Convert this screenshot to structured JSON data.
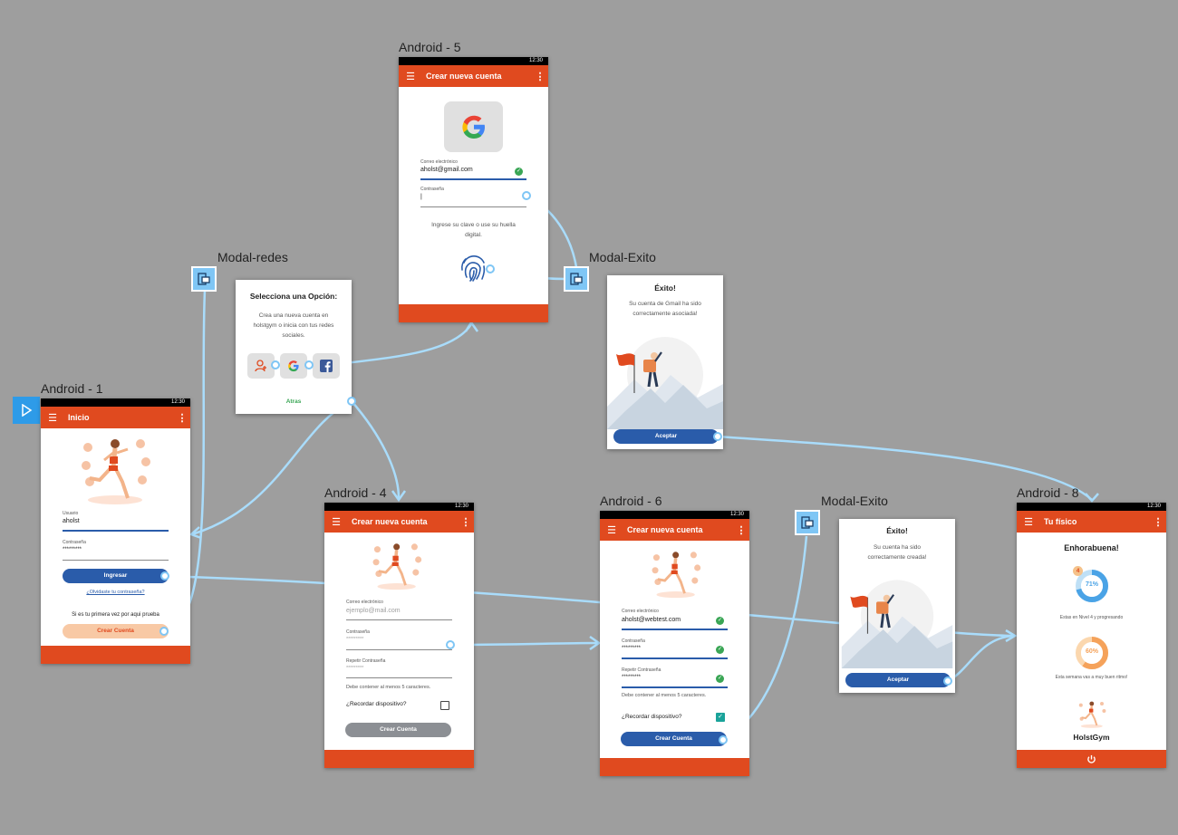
{
  "artboards": {
    "a1": {
      "label": "Android - 1"
    },
    "a4": {
      "label": "Android - 4"
    },
    "a5": {
      "label": "Android - 5"
    },
    "a6": {
      "label": "Android - 6"
    },
    "a8": {
      "label": "Android - 8"
    },
    "modal_redes": {
      "label": "Modal-redes"
    },
    "modal_exito_1": {
      "label": "Modal-Exito"
    },
    "modal_exito_2": {
      "label": "Modal-Exito"
    }
  },
  "status_time": "12:30",
  "screen1": {
    "title": "Inicio",
    "user_label": "Usuario",
    "user_value": "aholst",
    "password_label": "Contraseña",
    "password_value": "*********",
    "login_button": "Ingresar",
    "forgot_link": "¿Olvidaste tu contraseña?",
    "first_time_text": "Si es tu primera vez por aqui prueba",
    "create_account_button": "Crear Cuenta"
  },
  "screen4": {
    "title": "Crear nueva cuenta",
    "email_label": "Correo electrónico",
    "email_placeholder": "ejemplo@mail.com",
    "password_label": "Contraseña",
    "password_placeholder": "*********",
    "repeat_label": "Repetir Contraseña",
    "repeat_placeholder": "*********",
    "hint": "Debe contener al menos 5 caracteres.",
    "remember_label": "¿Recordar dispositivo?",
    "create_button": "Crear Cuenta"
  },
  "screen5": {
    "title": "Crear nueva cuenta",
    "email_label": "Correo electrónico",
    "email_value": "aholst@gmail.com",
    "password_label": "Contraseña",
    "password_value": "|",
    "instructions": "Ingrese su clave o use su huella digital."
  },
  "screen6": {
    "title": "Crear nueva cuenta",
    "email_label": "Correo electrónico",
    "email_value": "aholst@webtest.com",
    "password_label": "Contraseña",
    "password_value": "*********",
    "repeat_label": "Repetir Contraseña",
    "repeat_value": "*********",
    "hint": "Debe contener al menos 5 caracteres.",
    "remember_label": "¿Recordar dispositivo?",
    "create_button": "Crear Cuenta"
  },
  "screen8": {
    "title": "Tu físico",
    "heading": "Enhorabuena!",
    "level_badge": "4",
    "level_percent": "71%",
    "level_percent_value": 71,
    "level_text": "Estas en Nivel 4 y progresando",
    "week_percent": "60%",
    "week_percent_value": 60,
    "week_text": "Esta semana vas a muy buen ritmo!",
    "brand": "HolstGym"
  },
  "modal_redes": {
    "title": "Selecciona una Opción:",
    "body": "Crea una nueva cuenta en holstgym o inicia con tus redes sociales.",
    "back": "Atras"
  },
  "modal_exito_gmail": {
    "title": "Éxito!",
    "body": "Su cuenta de Gmail ha sido correctamente asociada!",
    "accept": "Aceptar"
  },
  "modal_exito_cuenta": {
    "title": "Éxito!",
    "body": "Su cuenta ha sido correctamente creada!",
    "accept": "Aceptar"
  },
  "colors": {
    "appbar": "#e04a1f",
    "primary_button": "#2a5caa",
    "accent_orange": "#f5a25a",
    "success": "#3aa655",
    "link": "#2a5caa",
    "connector": "#7fc6f5",
    "canvas": "#9e9e9e"
  },
  "icons": [
    "play-icon",
    "menu-icon",
    "more-vert-icon",
    "google-icon",
    "facebook-icon",
    "add-user-icon",
    "fingerprint-icon",
    "check-icon",
    "power-icon",
    "overlay-icon"
  ]
}
